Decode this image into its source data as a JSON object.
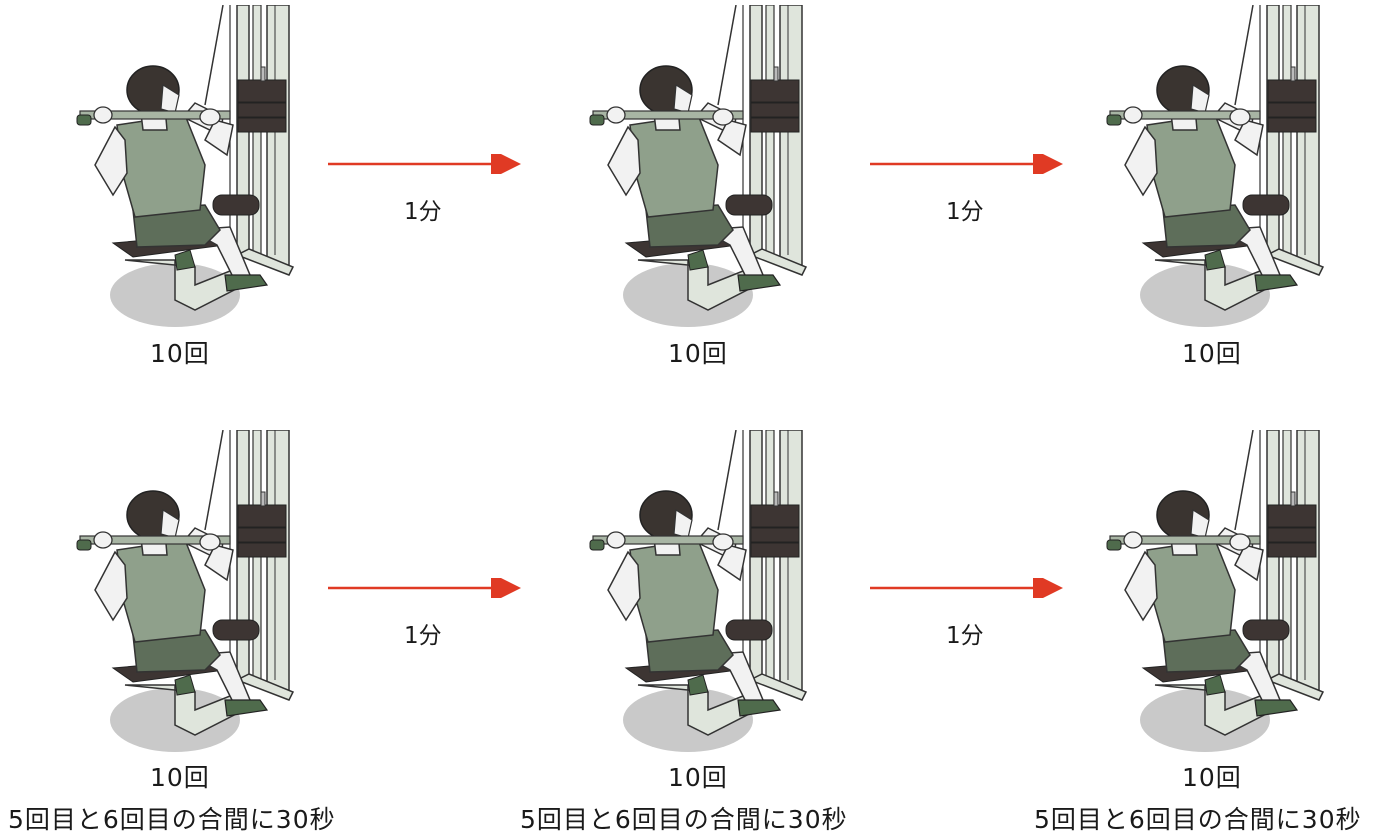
{
  "rows": [
    {
      "figures": [
        {
          "reps": "10回",
          "variant": "bar-forward"
        },
        {
          "reps": "10回",
          "variant": "bar-forward"
        },
        {
          "reps": "10回",
          "variant": "bar-forward"
        }
      ],
      "rests": [
        "1分",
        "1分"
      ],
      "notes": []
    },
    {
      "figures": [
        {
          "reps": "10回",
          "variant": "bar-behind"
        },
        {
          "reps": "10回",
          "variant": "bar-behind"
        },
        {
          "reps": "10回",
          "variant": "bar-behind"
        }
      ],
      "rests": [
        "1分",
        "1分"
      ],
      "notes": [
        "5回目と6回目の合間に30秒",
        "5回目と6回目の合間に30秒",
        "5回目と6回目の合間に30秒"
      ]
    }
  ],
  "colors": {
    "arrow": "#e03a24",
    "shirt": "#8fa08b",
    "shorts": "#5e6e5a",
    "skin": "#f2f2f2",
    "hair": "#3a3430",
    "shoe": "#4f6b4c",
    "machine": "#dfe5dc",
    "plates": "#3d3533",
    "seat": "#3d3533",
    "shadow": "#c9c9c9"
  },
  "icons": [
    "lat-pulldown-figure-icon",
    "arrow-right-icon"
  ]
}
